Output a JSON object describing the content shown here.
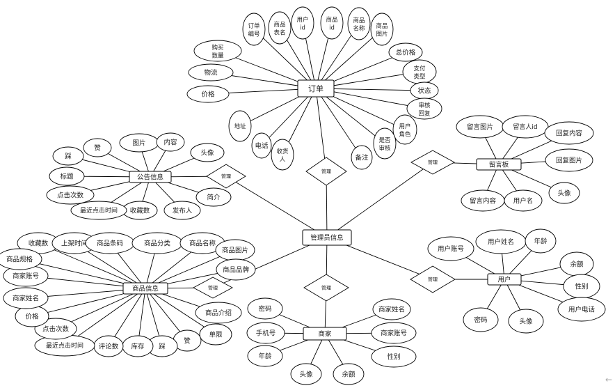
{
  "diagram": {
    "center": "管理员信息",
    "relationships": [
      {
        "id": "r_ann",
        "label": "管理"
      },
      {
        "id": "r_msg",
        "label": "管理"
      },
      {
        "id": "r_order",
        "label": "管理"
      },
      {
        "id": "r_goods",
        "label": "管理"
      },
      {
        "id": "r_merch",
        "label": "管理"
      },
      {
        "id": "r_user",
        "label": "管理"
      }
    ],
    "entities": [
      {
        "id": "order",
        "name": "订单",
        "attributes": [
          "订单编号",
          "商品表名",
          "用户id",
          "商品id",
          "商品名称",
          "商品图片",
          "总价格",
          "支付类型",
          "状态",
          "审核回复",
          "用户角色",
          "是否审核",
          "备注",
          "收货人",
          "电话",
          "地址",
          "价格",
          "物流",
          "购买数量"
        ]
      },
      {
        "id": "notice",
        "name": "公告信息",
        "attributes": [
          "赞",
          "图片",
          "内容",
          "头像",
          "简介",
          "发布人",
          "收藏数",
          "最近点击时间",
          "点击次数",
          "标题",
          "踩"
        ]
      },
      {
        "id": "message",
        "name": "留言板",
        "attributes": [
          "留言图片",
          "留言人id",
          "回复内容",
          "回复图片",
          "头像",
          "用户名",
          "留言内容"
        ]
      },
      {
        "id": "goods",
        "name": "商品信息",
        "attributes": [
          "收藏数",
          "上架时间",
          "商品条码",
          "商品分类",
          "商品名称",
          "商品图片",
          "商品品牌",
          "商品介绍",
          "单限",
          "赞",
          "踩",
          "库存",
          "评论数",
          "最近点击时间",
          "点击次数",
          "价格",
          "商家姓名",
          "商家账号",
          "商品规格"
        ]
      },
      {
        "id": "merchant",
        "name": "商家",
        "attributes": [
          "密码",
          "手机号",
          "年龄",
          "头像",
          "余额",
          "商家姓名",
          "商家账号",
          "性别"
        ]
      },
      {
        "id": "user",
        "name": "用户",
        "attributes": [
          "用户账号",
          "用户姓名",
          "年龄",
          "余额",
          "性别",
          "用户电话",
          "头像",
          "密码"
        ]
      }
    ]
  },
  "icons": {
    "back": "arrow-left-icon",
    "back_glyph": "←"
  }
}
